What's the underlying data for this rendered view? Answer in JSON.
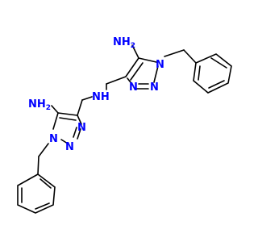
{
  "molecule": {
    "colors": {
      "carbon_bond": "#000000",
      "nitrogen": "#0000ff",
      "background": "#ffffff"
    },
    "atoms": {
      "nh2_top": {
        "text": "H",
        "sub": "2",
        "prefix": "N"
      },
      "n1_top": "N",
      "n2_top": "N",
      "n3_top": "N",
      "nh_bridge": "NH",
      "nh2_bottom": {
        "text": "H",
        "sub": "2",
        "prefix": "N"
      },
      "n1_bottom": "N",
      "n2_bottom": "N",
      "n3_bottom": "N"
    }
  }
}
